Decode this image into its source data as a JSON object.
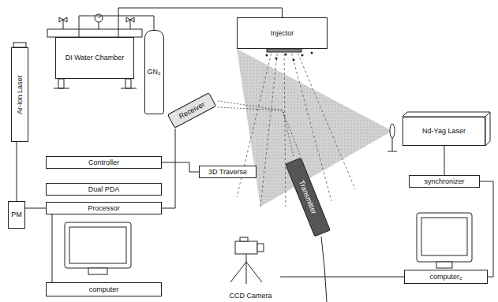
{
  "diagram": {
    "nodes": [
      {
        "text": [
          "Ar-Ion Laser"
        ]
      },
      {
        "text": [
          "DI Water Chamber"
        ]
      },
      {
        "text": [
          "GN₂"
        ]
      },
      {
        "text": [
          "Injector"
        ]
      },
      {
        "text": [
          "Receiver"
        ]
      },
      {
        "text": [
          "Nd-Yag Laser"
        ]
      },
      {
        "text": [
          "Controller"
        ]
      },
      {
        "text": [
          "3D Traverse"
        ]
      },
      {
        "text": [
          "Dual PDA"
        ]
      },
      {
        "text": [
          "Processor"
        ]
      },
      {
        "text": [
          "synchronizer"
        ]
      },
      {
        "text": [
          "PM"
        ]
      },
      {
        "text": [
          "Transmitter"
        ]
      },
      {
        "text": [
          "computer"
        ]
      },
      {
        "text": [
          "CCD Camera"
        ]
      },
      {
        "text": [
          "computer₂"
        ]
      }
    ],
    "edges": [
      {
        "from": 1,
        "to": 2,
        "arrow": "none"
      },
      {
        "from": 1,
        "to": 3,
        "arrow": "none"
      },
      {
        "from": 0,
        "to": 11,
        "arrow": "none"
      },
      {
        "from": 11,
        "to": 9,
        "arrow": "none"
      },
      {
        "from": 9,
        "to": 13,
        "arrow": "none"
      },
      {
        "from": 6,
        "to": 7,
        "arrow": "none"
      },
      {
        "from": 4,
        "to": 9,
        "arrow": "none"
      },
      {
        "from": 5,
        "to": 10,
        "arrow": "none"
      },
      {
        "from": 10,
        "to": 15,
        "arrow": "none"
      },
      {
        "from": 14,
        "to": 15,
        "arrow": "none"
      }
    ]
  }
}
